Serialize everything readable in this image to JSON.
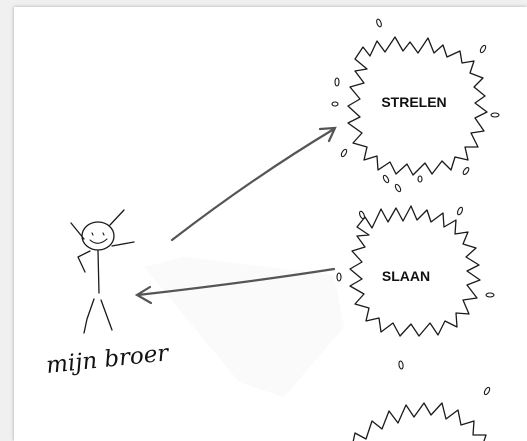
{
  "bubbles": {
    "top_label": "STRELEN",
    "middle_label": "SLAAN"
  },
  "figure": {
    "caption": "mijn broer"
  },
  "colors": {
    "background": "#f0f0f0",
    "card": "#ffffff",
    "ink": "#1a1a1a",
    "arrow": "#555555"
  }
}
